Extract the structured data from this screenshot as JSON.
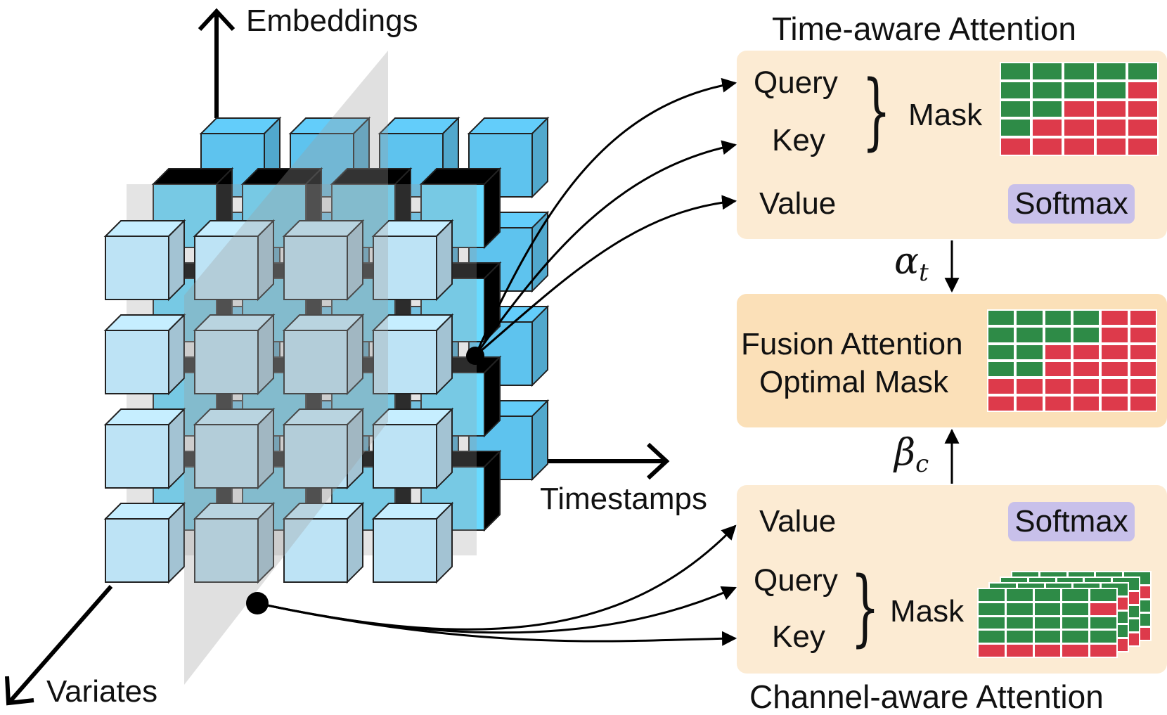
{
  "axes": {
    "embeddings": "Embeddings",
    "timestamps": "Timestamps",
    "variates": "Variates"
  },
  "time_attention": {
    "title": "Time-aware Attention",
    "query": "Query",
    "key": "Key",
    "value": "Value",
    "mask": "Mask",
    "softmax": "Softmax",
    "mask_grid": [
      [
        "g",
        "g",
        "g",
        "g",
        "g"
      ],
      [
        "g",
        "g",
        "g",
        "g",
        "r"
      ],
      [
        "g",
        "g",
        "r",
        "r",
        "r"
      ],
      [
        "g",
        "r",
        "r",
        "r",
        "r"
      ],
      [
        "r",
        "r",
        "r",
        "r",
        "r"
      ]
    ]
  },
  "alpha": {
    "symbol": "α",
    "subscript": "t"
  },
  "fusion": {
    "line1": "Fusion Attention",
    "line2": "Optimal Mask",
    "mask_grid": [
      [
        "g",
        "g",
        "g",
        "g",
        "r",
        "r"
      ],
      [
        "g",
        "g",
        "g",
        "g",
        "r",
        "r"
      ],
      [
        "g",
        "g",
        "r",
        "r",
        "r",
        "r"
      ],
      [
        "g",
        "g",
        "r",
        "r",
        "r",
        "r"
      ],
      [
        "r",
        "r",
        "r",
        "r",
        "r",
        "r"
      ],
      [
        "r",
        "r",
        "r",
        "r",
        "r",
        "r"
      ]
    ]
  },
  "beta": {
    "symbol": "β",
    "subscript": "c"
  },
  "channel_attention": {
    "title": "Channel-aware Attention",
    "value": "Value",
    "query": "Query",
    "key": "Key",
    "mask": "Mask",
    "softmax": "Softmax",
    "mask_grid": [
      [
        "g",
        "g",
        "g",
        "g",
        "g"
      ],
      [
        "g",
        "g",
        "g",
        "g",
        "r"
      ],
      [
        "g",
        "g",
        "g",
        "g",
        "g"
      ],
      [
        "g",
        "g",
        "g",
        "g",
        "g"
      ],
      [
        "r",
        "r",
        "r",
        "r",
        "r"
      ]
    ]
  },
  "colors": {
    "green": "#2e8b47",
    "red": "#dd3a4b",
    "cube_front": "#bde3f5",
    "cube_back": "#5ec3ee",
    "plane": "#9e9e9e",
    "box": "#fcebd3",
    "fusion_box": "#fbe0b8",
    "softmax": "#c8c0ea"
  }
}
